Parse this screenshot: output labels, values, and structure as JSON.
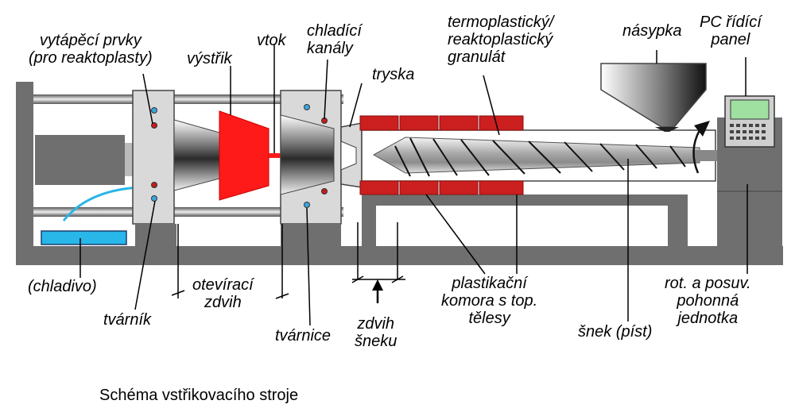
{
  "labels": {
    "heating_elements": "vytápěcí prvky\n(pro reaktoplasty)",
    "moulding": "výstřik",
    "sprue": "vtok",
    "cooling_channels": "chladící\nkanály",
    "nozzle": "tryska",
    "granulate": "termoplastický/\nreaktoplastický\ngranulát",
    "hopper": "násypka",
    "pc_panel": "PC řídící\npanel",
    "coolant": "(chladivo)",
    "mould_core": "tvárník",
    "opening_stroke": "otevírací\nzdvih",
    "mould_cavity": "tvárnice",
    "screw_stroke": "zdvih\nšneku",
    "plasticizing_chamber": "plastikační\nkomora s top.\ntělesy",
    "screw": "šnek (píst)",
    "drive_unit": "rot. a posuv.\npohonná\njednotka"
  },
  "caption": "Schéma vstřikovacího stroje",
  "colors": {
    "frame": "#6f6f6f",
    "plate": "#d9d9d9",
    "mould_red": "#ff1a1a",
    "heater_red": "#cc1f1f",
    "coolant_blue": "#29b6e8",
    "panel_screen": "#9fe0a0"
  }
}
